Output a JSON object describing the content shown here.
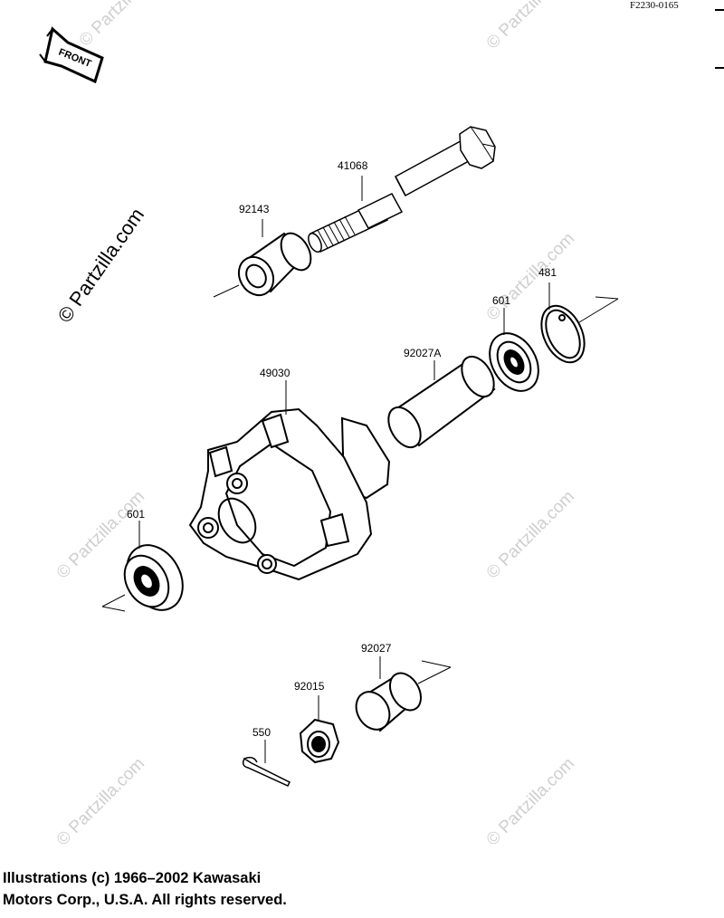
{
  "header": {
    "code": "F2230-0165"
  },
  "front_arrow": {
    "label": "FRONT"
  },
  "watermark": {
    "big": "© Partzilla.com",
    "small": "© Partzilla.com"
  },
  "parts": {
    "p41068": "41068",
    "p92143": "92143",
    "p481": "481",
    "p601_top": "601",
    "p92027A": "92027A",
    "p49030": "49030",
    "p601_left": "601",
    "p92027": "92027",
    "p92015": "92015",
    "p550": "550"
  },
  "copyright": {
    "line1": "Illustrations (c) 1966–2002 Kawasaki",
    "line2": "Motors Corp., U.S.A.  All rights reserved."
  }
}
